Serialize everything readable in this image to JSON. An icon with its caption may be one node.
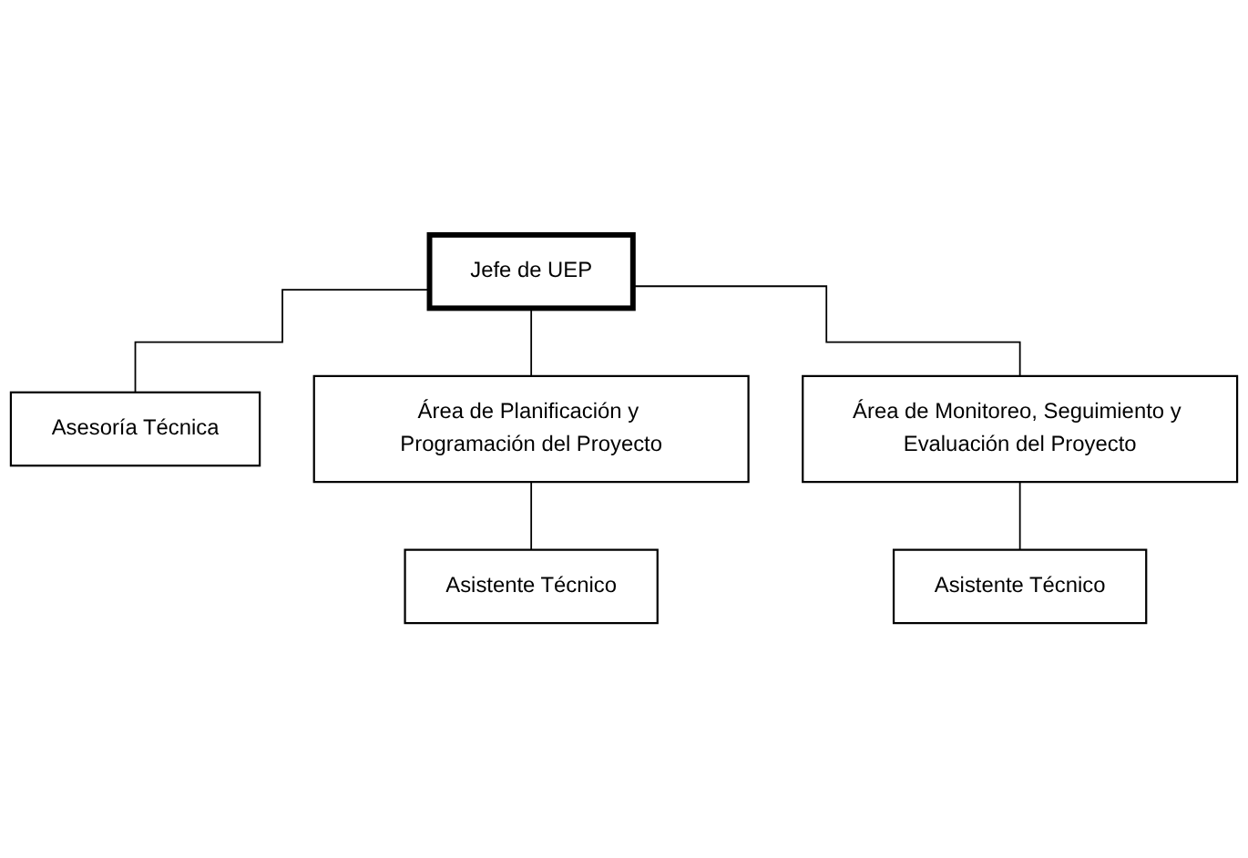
{
  "diagram": {
    "nodes": [
      {
        "text": [
          "Jefe de UEP"
        ]
      },
      {
        "text": [
          "Asesoría Técnica"
        ]
      },
      {
        "text": [
          "Área de Planificación y Programación del Proyecto"
        ]
      },
      {
        "text": [
          "Área de Monitoreo, Seguimiento y Evaluación del Proyecto"
        ]
      },
      {
        "text": [
          "Asistente Técnico"
        ]
      },
      {
        "text": [
          "Asistente Técnico"
        ]
      }
    ],
    "edges": [
      {
        "from": 0,
        "to": 1,
        "arrow": "none"
      },
      {
        "from": 0,
        "to": 2,
        "arrow": "none"
      },
      {
        "from": 0,
        "to": 3,
        "arrow": "none"
      },
      {
        "from": 2,
        "to": 4,
        "arrow": "none"
      },
      {
        "from": 3,
        "to": 5,
        "arrow": "none"
      }
    ]
  }
}
